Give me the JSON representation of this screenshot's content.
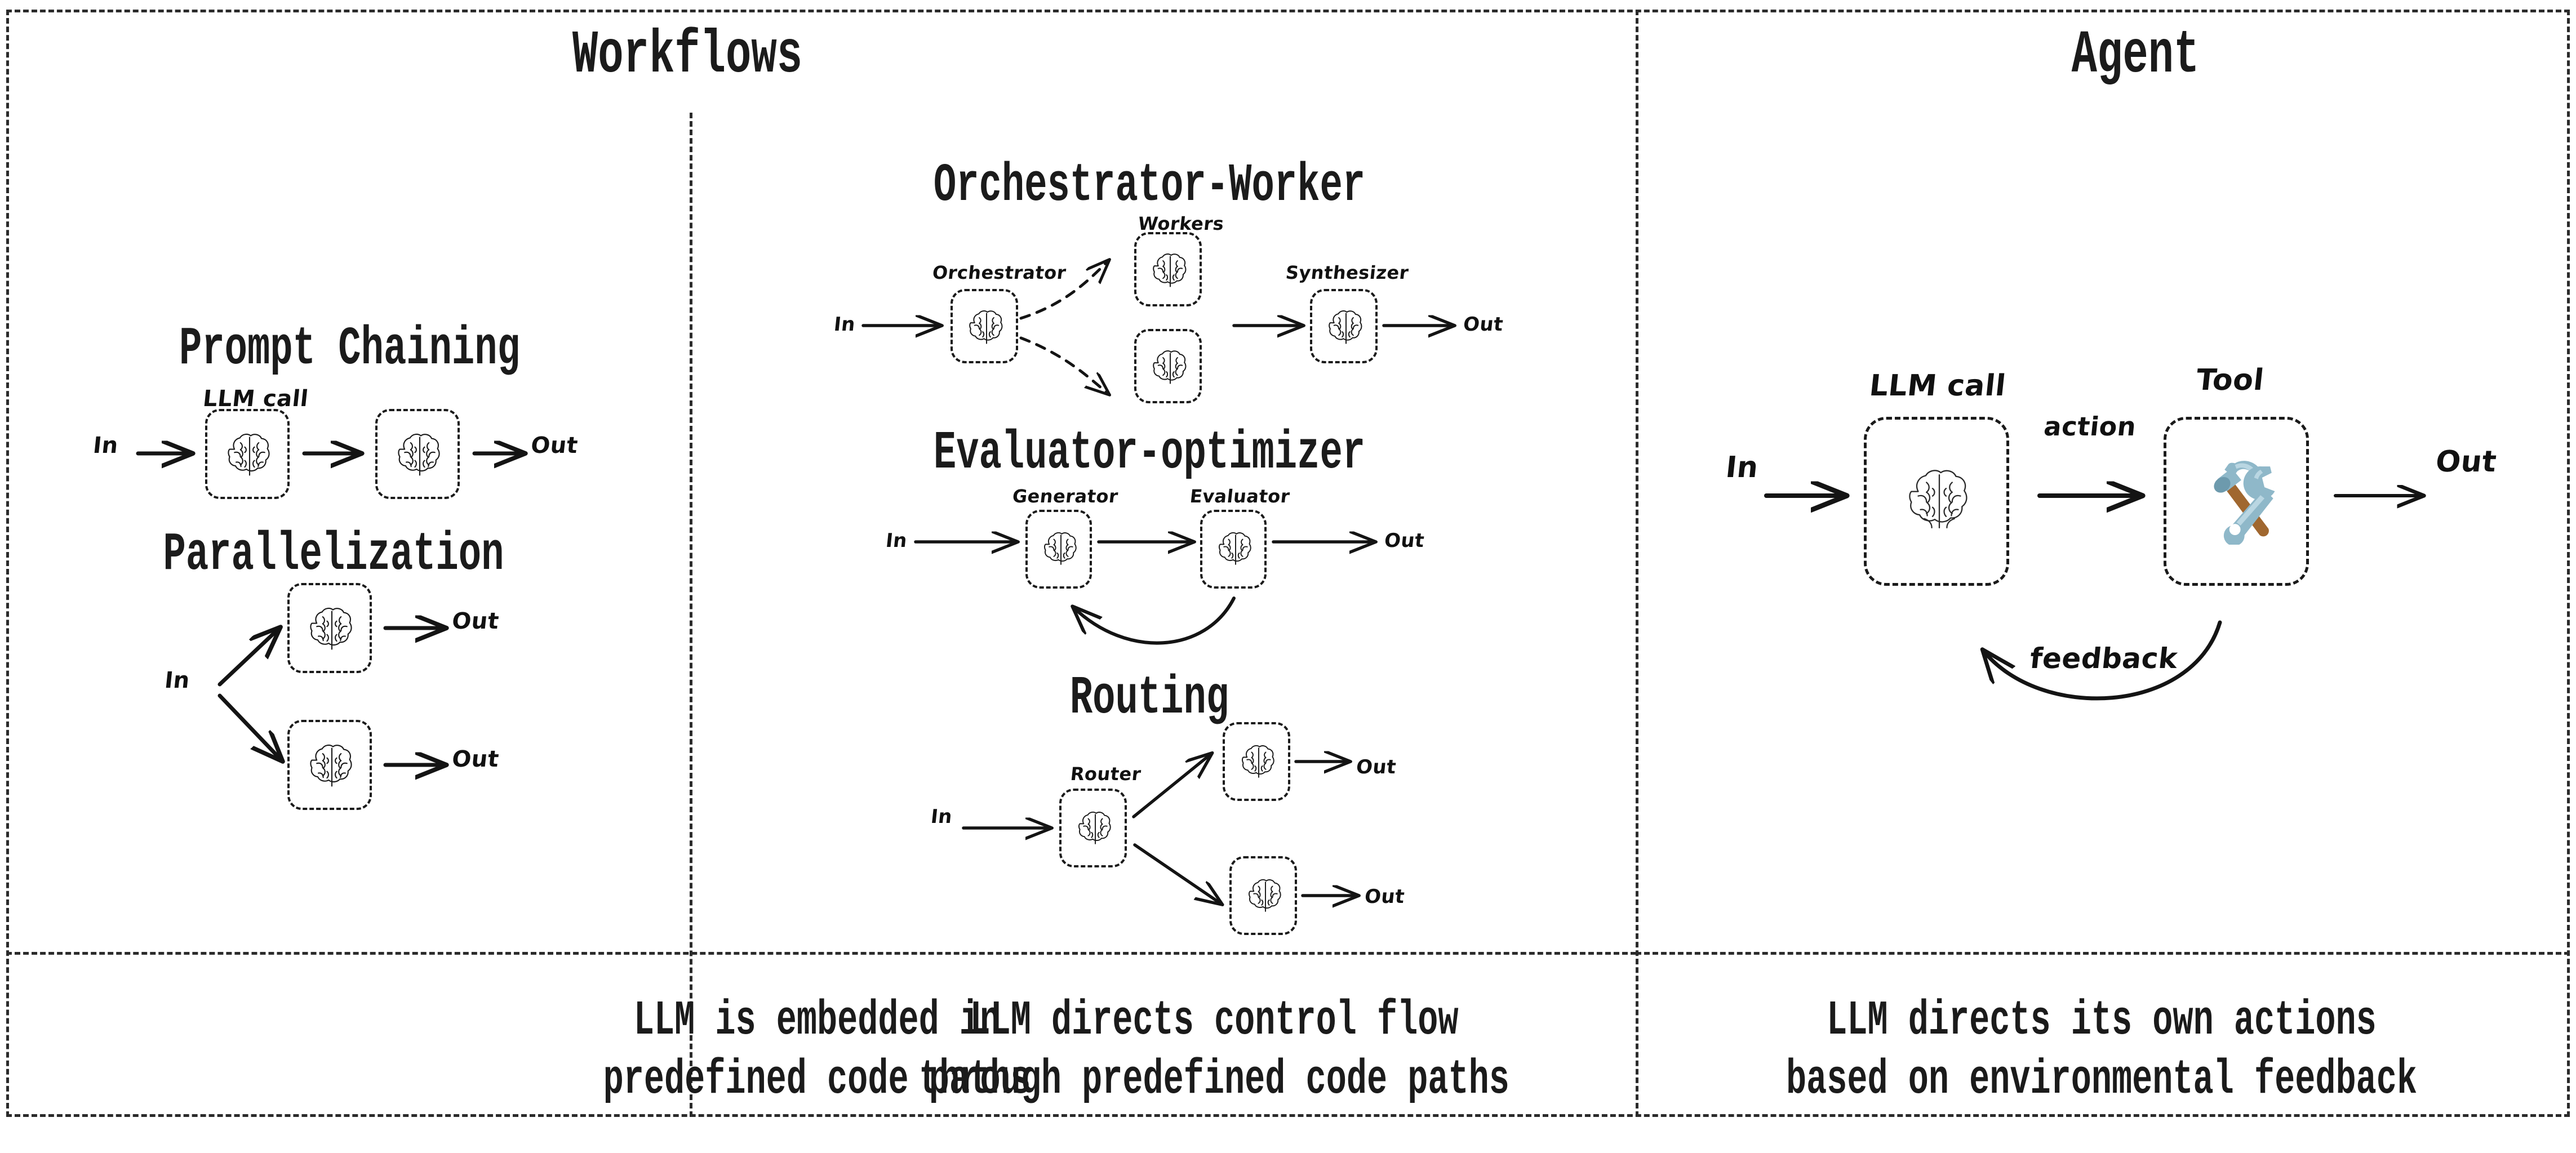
{
  "columns": {
    "workflows_title": "Workflows",
    "agent_title": "Agent"
  },
  "captions": {
    "left": "LLM is embedded in\npredefined code paths",
    "middle": "LLM directs control flow\nthrough predefined code paths",
    "right": "LLM directs its own actions\nbased on environmental feedback"
  },
  "sections": {
    "prompt_chaining": {
      "title": "Prompt Chaining",
      "in_label": "In",
      "out_label": "Out",
      "node_label": "LLM call",
      "icons": [
        "brain-icon",
        "brain-icon"
      ]
    },
    "parallelization": {
      "title": "Parallelization",
      "in_label": "In",
      "out_label_top": "Out",
      "out_label_bottom": "Out",
      "icons": [
        "brain-icon",
        "brain-icon"
      ]
    },
    "orchestrator_worker": {
      "title": "Orchestrator-Worker",
      "in_label": "In",
      "out_label": "Out",
      "orchestrator_label": "Orchestrator",
      "workers_label": "Workers",
      "synthesizer_label": "Synthesizer",
      "icons": [
        "brain-icon",
        "brain-icon",
        "brain-icon",
        "brain-icon"
      ]
    },
    "evaluator_optimizer": {
      "title": "Evaluator-optimizer",
      "in_label": "In",
      "out_label": "Out",
      "generator_label": "Generator",
      "evaluator_label": "Evaluator",
      "icons": [
        "brain-icon",
        "brain-icon"
      ]
    },
    "routing": {
      "title": "Routing",
      "in_label": "In",
      "router_label": "Router",
      "out_label_top": "Out",
      "out_label_bottom": "Out",
      "icons": [
        "brain-icon",
        "brain-icon",
        "brain-icon"
      ]
    },
    "agent": {
      "in_label": "In",
      "out_label": "Out",
      "llm_call_label": "LLM call",
      "tool_label": "Tool",
      "action_label": "action",
      "feedback_label": "feedback",
      "icons": [
        "brain-icon",
        "hammer-and-wrench-icon"
      ]
    }
  },
  "colors": {
    "ink": "#1b1b1b",
    "tool_metal": "#8fb8c9",
    "tool_metal_light": "#b9d6e2",
    "tool_metal_dark": "#6d9aad",
    "tool_handle": "#a0672f",
    "background": "#ffffff"
  }
}
